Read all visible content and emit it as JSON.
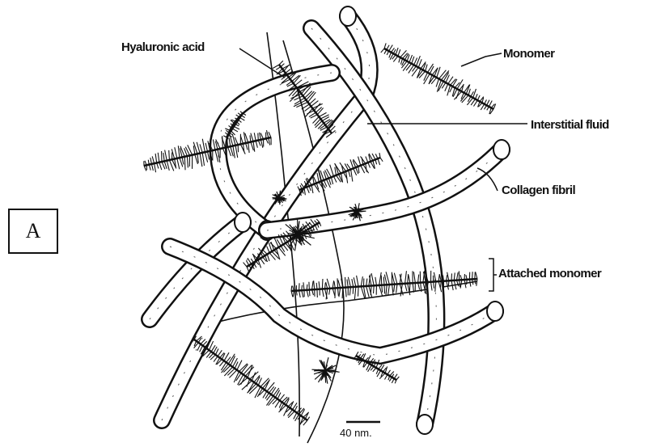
{
  "panel": {
    "letter": "A"
  },
  "labels": {
    "hyaluronic_acid": "Hyaluronic acid",
    "monomer": "Monomer",
    "interstitial_fluid": "Interstitial fluid",
    "collagen_fibril": "Collagen fibril",
    "attached_monomer": "Attached monomer"
  },
  "scale_bar": {
    "label": "40 nm."
  },
  "colors": {
    "ink": "#111111",
    "fibril_fill": "#ffffff",
    "background": "#ffffff"
  }
}
